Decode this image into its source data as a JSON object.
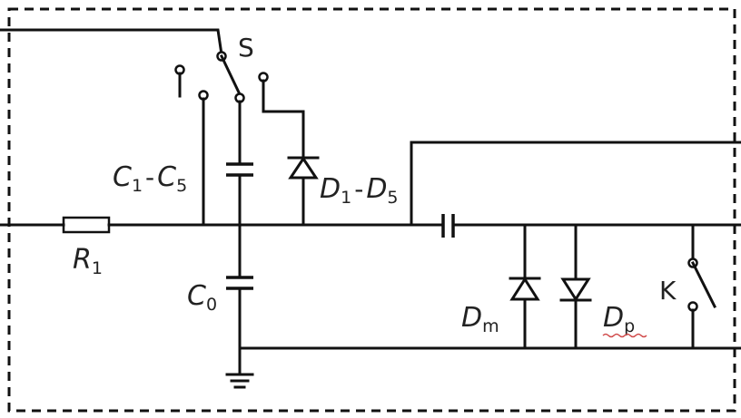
{
  "labels": {
    "switch_s": "S",
    "switch_k": "K",
    "cap_bank": {
      "c1": "C",
      "c1_sub": "1",
      "dash": "-",
      "c5": "C",
      "c5_sub": "5"
    },
    "diode_bank": {
      "d1": "D",
      "d1_sub": "1",
      "dash": "-",
      "d5": "D",
      "d5_sub": "5"
    },
    "resistor": {
      "main": "R",
      "sub": "1"
    },
    "cap_c0": {
      "main": "C",
      "sub": "0"
    },
    "diode_m": {
      "main": "D",
      "sub": "m"
    },
    "diode_p": {
      "main": "D",
      "sub": "p"
    }
  }
}
